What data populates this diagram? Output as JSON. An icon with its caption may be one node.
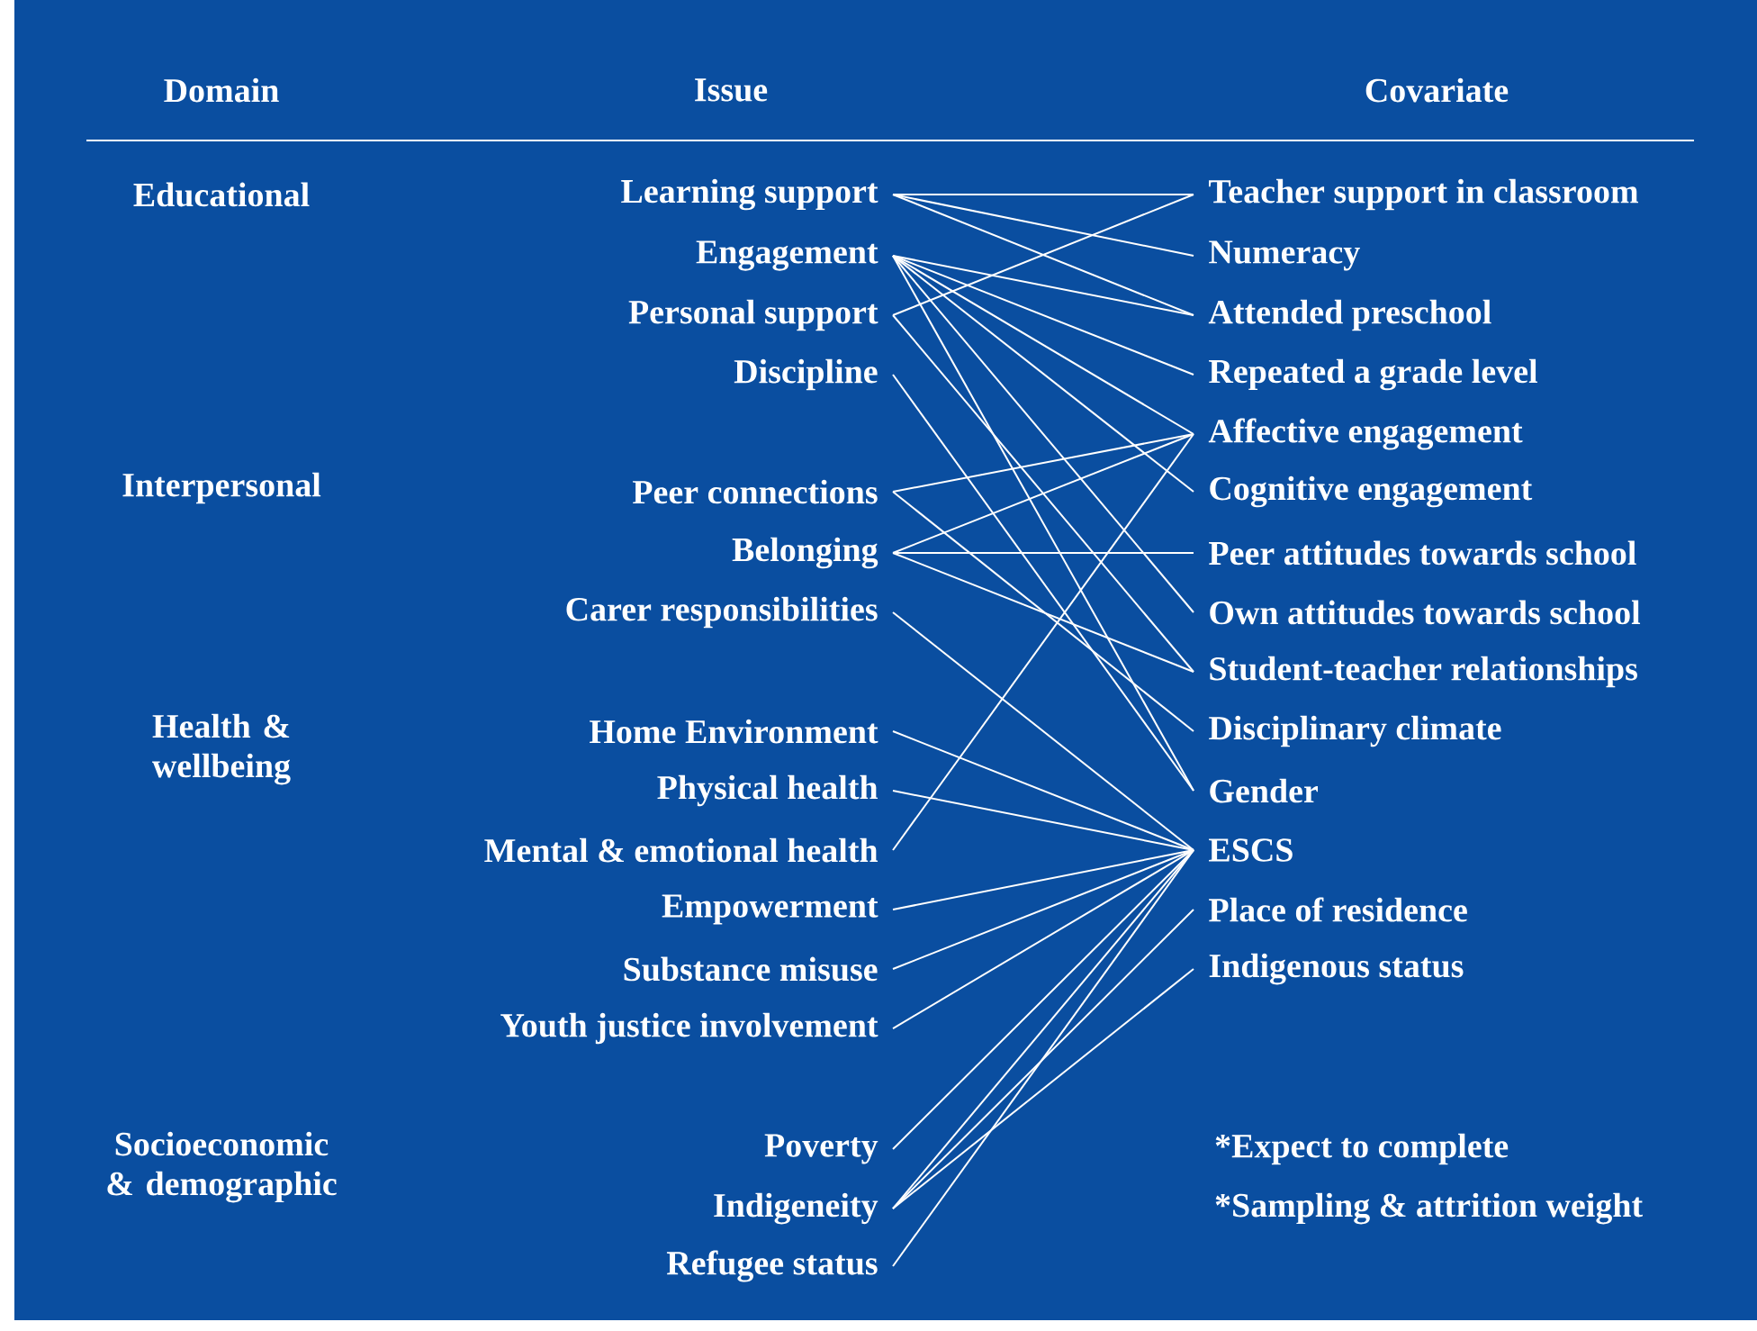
{
  "diagram": {
    "nodes": [
      {
        "text": [
          "Learning support"
        ]
      },
      {
        "text": [
          "Engagement"
        ]
      },
      {
        "text": [
          "Personal support"
        ]
      },
      {
        "text": [
          "Discipline"
        ]
      },
      {
        "text": [
          "Peer connections"
        ]
      },
      {
        "text": [
          "Belonging"
        ]
      },
      {
        "text": [
          "Carer responsibilities"
        ]
      },
      {
        "text": [
          "Home Environment"
        ]
      },
      {
        "text": [
          "Physical health"
        ]
      },
      {
        "text": [
          "Mental & emotional health"
        ]
      },
      {
        "text": [
          "Empowerment"
        ]
      },
      {
        "text": [
          "Substance misuse"
        ]
      },
      {
        "text": [
          "Youth justice involvement"
        ]
      },
      {
        "text": [
          "Poverty"
        ]
      },
      {
        "text": [
          "Indigeneity"
        ]
      },
      {
        "text": [
          "Refugee status"
        ]
      },
      {
        "text": [
          "Teacher support in classroom"
        ]
      },
      {
        "text": [
          "Numeracy"
        ]
      },
      {
        "text": [
          "Attended preschool"
        ]
      },
      {
        "text": [
          "Repeated a grade level"
        ]
      },
      {
        "text": [
          "Affective engagement"
        ]
      },
      {
        "text": [
          "Cognitive engagement"
        ]
      },
      {
        "text": [
          "Peer attitudes towards school"
        ]
      },
      {
        "text": [
          "Own attitudes towards school"
        ]
      },
      {
        "text": [
          "Student-teacher relationships"
        ]
      },
      {
        "text": [
          "Disciplinary climate"
        ]
      },
      {
        "text": [
          "Gender"
        ]
      },
      {
        "text": [
          "ESCS"
        ]
      },
      {
        "text": [
          "Place of residence"
        ]
      },
      {
        "text": [
          "Indigenous status"
        ]
      }
    ],
    "edges": [
      {
        "from": 0,
        "to": 16,
        "arrow": "none"
      },
      {
        "from": 0,
        "to": 17,
        "arrow": "none"
      },
      {
        "from": 0,
        "to": 18,
        "arrow": "none"
      },
      {
        "from": 1,
        "to": 18,
        "arrow": "none"
      },
      {
        "from": 1,
        "to": 19,
        "arrow": "none"
      },
      {
        "from": 1,
        "to": 20,
        "arrow": "none"
      },
      {
        "from": 1,
        "to": 21,
        "arrow": "none"
      },
      {
        "from": 1,
        "to": 23,
        "arrow": "none"
      },
      {
        "from": 1,
        "to": 26,
        "arrow": "none"
      },
      {
        "from": 2,
        "to": 16,
        "arrow": "none"
      },
      {
        "from": 2,
        "to": 24,
        "arrow": "none"
      },
      {
        "from": 3,
        "to": 26,
        "arrow": "none"
      },
      {
        "from": 4,
        "to": 20,
        "arrow": "none"
      },
      {
        "from": 4,
        "to": 25,
        "arrow": "none"
      },
      {
        "from": 5,
        "to": 20,
        "arrow": "none"
      },
      {
        "from": 5,
        "to": 22,
        "arrow": "none"
      },
      {
        "from": 5,
        "to": 24,
        "arrow": "none"
      },
      {
        "from": 6,
        "to": 27,
        "arrow": "none"
      },
      {
        "from": 7,
        "to": 27,
        "arrow": "none"
      },
      {
        "from": 8,
        "to": 27,
        "arrow": "none"
      },
      {
        "from": 9,
        "to": 20,
        "arrow": "none"
      },
      {
        "from": 10,
        "to": 27,
        "arrow": "none"
      },
      {
        "from": 11,
        "to": 27,
        "arrow": "none"
      },
      {
        "from": 12,
        "to": 27,
        "arrow": "none"
      },
      {
        "from": 13,
        "to": 27,
        "arrow": "none"
      },
      {
        "from": 14,
        "to": 27,
        "arrow": "none"
      },
      {
        "from": 14,
        "to": 28,
        "arrow": "none"
      },
      {
        "from": 14,
        "to": 29,
        "arrow": "none"
      },
      {
        "from": 15,
        "to": 27,
        "arrow": "none"
      }
    ],
    "labels": [
      "Domain",
      "Issue",
      "Covariate",
      "Educational",
      "Interpersonal",
      "Health & wellbeing",
      "Socioeconomic & demographic",
      "*Expect to complete",
      "*Sampling & attrition weight"
    ]
  }
}
